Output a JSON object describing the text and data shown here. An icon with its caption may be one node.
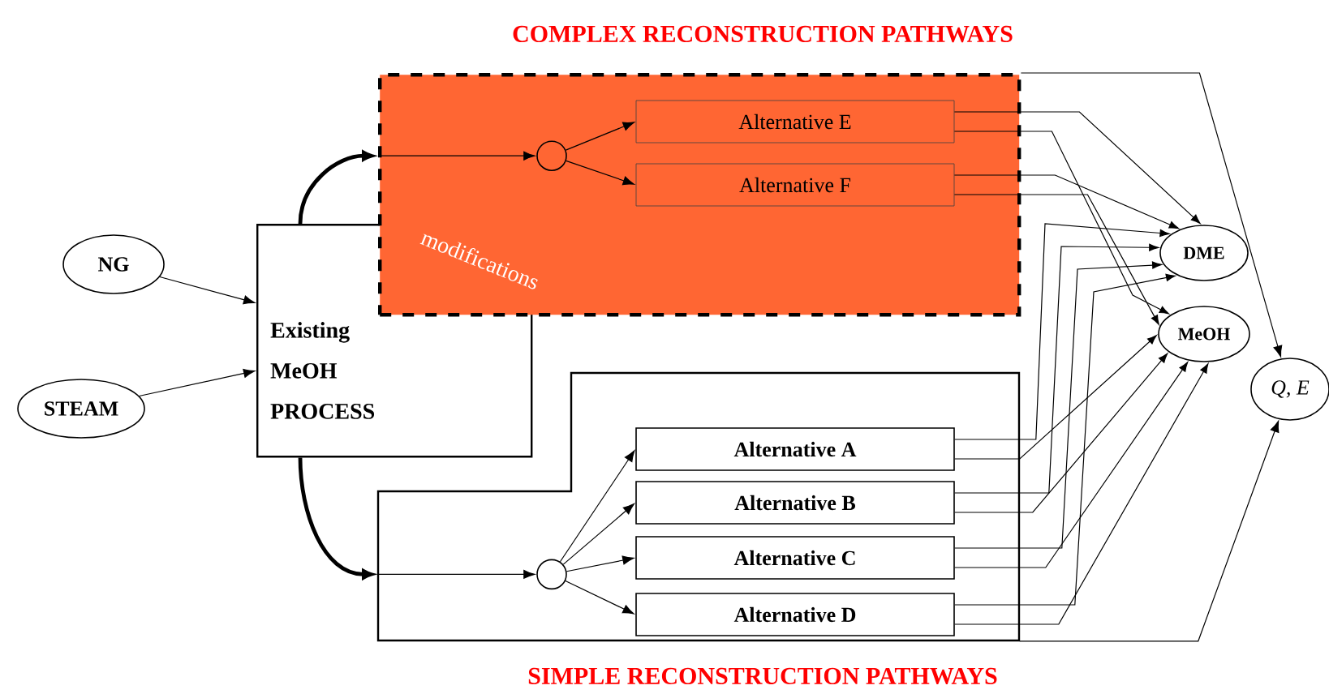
{
  "diagram": {
    "nodes": [
      {
        "text": [
          "NG"
        ]
      },
      {
        "text": [
          "STEAM"
        ]
      },
      {
        "text": [
          "Existing MeOH PROCESS"
        ]
      },
      {
        "text": [
          "COMPLEX RECONSTRUCTION PATHWAYS"
        ]
      },
      {
        "text": [],
        "shape": "circle",
        "in": 3
      },
      {
        "text": [
          "Alternative E"
        ],
        "in": 3
      },
      {
        "text": [
          "Alternative F"
        ],
        "in": 3
      },
      {
        "text": [
          "SIMPLE RECONSTRUCTION PATHWAYS"
        ]
      },
      {
        "text": [],
        "shape": "circle",
        "in": 7
      },
      {
        "text": [
          "Alternative A"
        ],
        "in": 7
      },
      {
        "text": [
          "Alternative B"
        ],
        "in": 7
      },
      {
        "text": [
          "Alternative C"
        ],
        "in": 7
      },
      {
        "text": [
          "Alternative D"
        ],
        "in": 7
      },
      {
        "text": [
          "DME"
        ]
      },
      {
        "text": [
          "MeOH"
        ]
      },
      {
        "text": [
          "Q, E"
        ]
      }
    ],
    "edges": [
      {
        "from": 0,
        "to": 2,
        "arrow": "to"
      },
      {
        "from": 1,
        "to": 2,
        "arrow": "to"
      },
      {
        "from": 2,
        "to": 3,
        "arrow": "to",
        "style": "thick"
      },
      {
        "from": 2,
        "to": 7,
        "arrow": "to",
        "style": "thick"
      },
      {
        "from": 3,
        "to": 4,
        "arrow": "to"
      },
      {
        "from": 4,
        "to": 5,
        "arrow": "to"
      },
      {
        "from": 4,
        "to": 6,
        "arrow": "to"
      },
      {
        "from": 7,
        "to": 8,
        "arrow": "to"
      },
      {
        "from": 8,
        "to": 9,
        "arrow": "to"
      },
      {
        "from": 8,
        "to": 10,
        "arrow": "to"
      },
      {
        "from": 8,
        "to": 11,
        "arrow": "to"
      },
      {
        "from": 8,
        "to": 12,
        "arrow": "to"
      },
      {
        "from": 5,
        "to": 13,
        "arrow": "to"
      },
      {
        "from": 5,
        "to": 14,
        "arrow": "to"
      },
      {
        "from": 6,
        "to": 13,
        "arrow": "to"
      },
      {
        "from": 6,
        "to": 14,
        "arrow": "to"
      },
      {
        "from": 9,
        "to": 13,
        "arrow": "to"
      },
      {
        "from": 9,
        "to": 14,
        "arrow": "to"
      },
      {
        "from": 10,
        "to": 13,
        "arrow": "to"
      },
      {
        "from": 10,
        "to": 14,
        "arrow": "to"
      },
      {
        "from": 11,
        "to": 13,
        "arrow": "to"
      },
      {
        "from": 11,
        "to": 14,
        "arrow": "to"
      },
      {
        "from": 12,
        "to": 13,
        "arrow": "to"
      },
      {
        "from": 12,
        "to": 14,
        "arrow": "to"
      },
      {
        "from": 3,
        "to": 15,
        "arrow": "to"
      },
      {
        "from": 7,
        "to": 15,
        "arrow": "to"
      }
    ],
    "labels": [
      "modifications"
    ]
  }
}
